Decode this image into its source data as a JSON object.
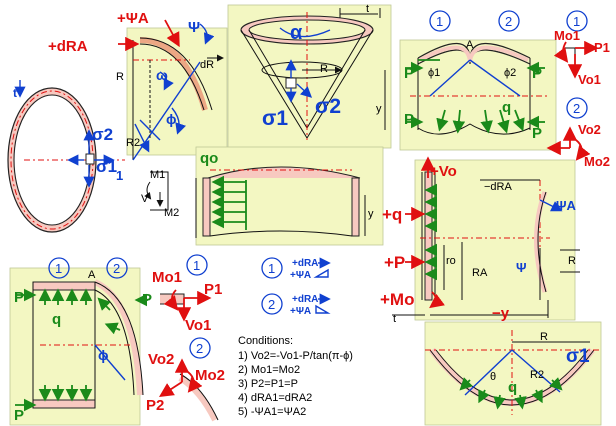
{
  "labels": {
    "pos_psiA": "+ΨA",
    "psi": "Ψ",
    "pos_dRA": "+dRA",
    "R": "R",
    "omega": "ω",
    "dR": "dR",
    "phi": "ϕ",
    "R2": "R2",
    "t": "t",
    "sigma2": "σ2",
    "sigma1": "σ1",
    "M1": "M1",
    "M2": "M2",
    "V": "V",
    "alpha": "α",
    "y": "y",
    "qo": "qo",
    "circle1": "1",
    "circle2": "2",
    "A": "A",
    "P": "P",
    "phi1": "ϕ1",
    "phi2": "ϕ2",
    "q": "q",
    "Mo1": "Mo1",
    "P1": "P1",
    "Vo1": "Vo1",
    "Vo2": "Vo2",
    "Mo2": "Mo2",
    "P2": "P2",
    "pos_Vo": "+Vo",
    "neg_dRA": "−dRA",
    "pos_q": "+q",
    "pos_P": "+P",
    "pos_Mo": "+Mo",
    "ro": "ro",
    "RA": "RA",
    "neg_y": "−y",
    "psiA": "ΨA",
    "legend_dRA": "+dRA",
    "legend_psiA": "+ΨA",
    "theta": "θ"
  },
  "conditions": {
    "title": "Conditions:",
    "items": [
      "1) Vo2=-Vo1-P/tan(π-ϕ)",
      "2) Mo1=Mo2",
      "3) P2=P1=P",
      "4) dRA1=dRA2",
      "5) -ΨA1=ΨA2"
    ]
  },
  "colors": {
    "red": "#e01010",
    "blue": "#1040d0",
    "green": "#1a8a1a",
    "panel": "#f3f7c2",
    "shell": "#f7c9c0"
  }
}
